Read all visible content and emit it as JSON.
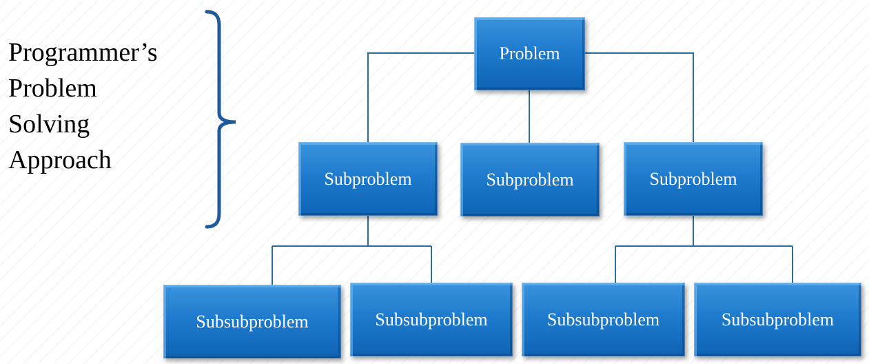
{
  "side_label": [
    "Programmer’s",
    "Problem",
    "Solving",
    "Approach"
  ],
  "nodes": {
    "root": "Problem",
    "sub": [
      "Subproblem",
      "Subproblem",
      "Subproblem"
    ],
    "subsub": [
      "Subsubproblem",
      "Subsubproblem",
      "Subsubproblem",
      "Subsubproblem"
    ]
  },
  "colors": {
    "node_fill": "#1f7bcd",
    "connector": "#2c6e9b",
    "brace": "#1f5a9c"
  }
}
